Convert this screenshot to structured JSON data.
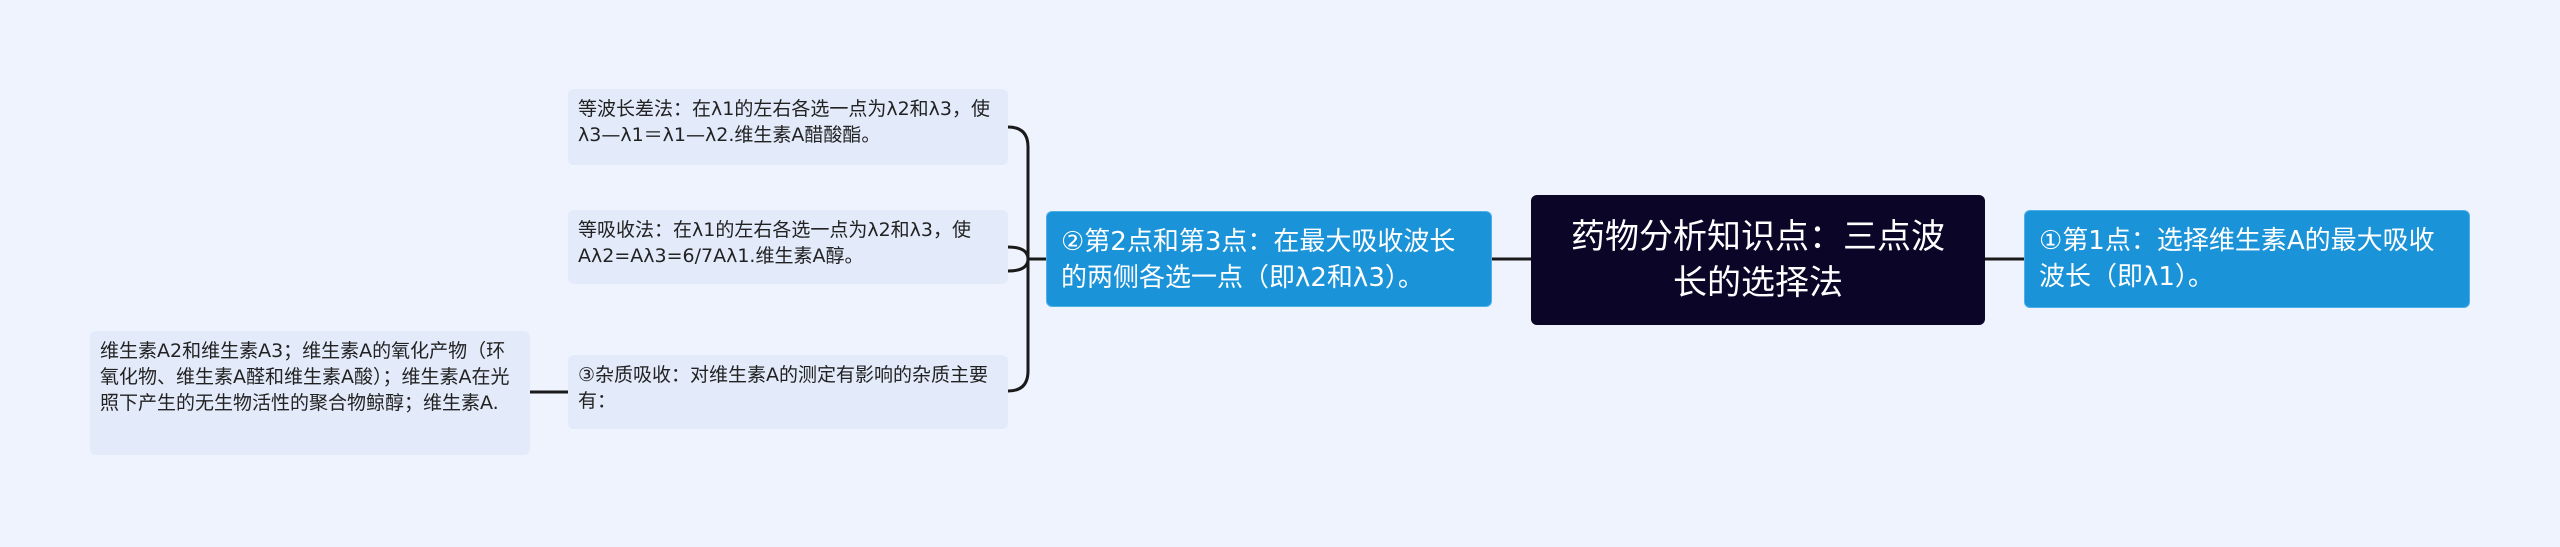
{
  "mindmap": {
    "root": {
      "text": "药物分析知识点：三点波长的选择法"
    },
    "right_branch": {
      "text": "①第1点：选择维生素A的最大吸收波长（即λ1）。"
    },
    "left_branch": {
      "text": "②第2点和第3点：在最大吸收波长的两侧各选一点（即λ2和λ3）。",
      "children": [
        {
          "text": "等波长差法：在λ1的左右各选一点为λ2和λ3，使λ3—λ1＝λ1—λ2.维生素A醋酸酯。"
        },
        {
          "text": "等吸收法：在λ1的左右各选一点为λ2和λ3，使Aλ2=Aλ3=6/7Aλ1.维生素A醇。"
        },
        {
          "text": "③杂质吸收：对维生素A的测定有影响的杂质主要有：",
          "children": [
            {
              "text": "维生素A2和维生素A3；维生素A的氧化产物（环氧化物、维生素A醛和维生素A酸）；维生素A在光照下产生的无生物活性的聚合物鲸醇；维生素A."
            }
          ]
        }
      ]
    }
  },
  "colors": {
    "background": "#eef3fe",
    "root_fill": "#0b0628",
    "branch_fill": "#1a93d8",
    "leaf_fill": "#e3ebfb",
    "connector": "#1a1a1a"
  }
}
